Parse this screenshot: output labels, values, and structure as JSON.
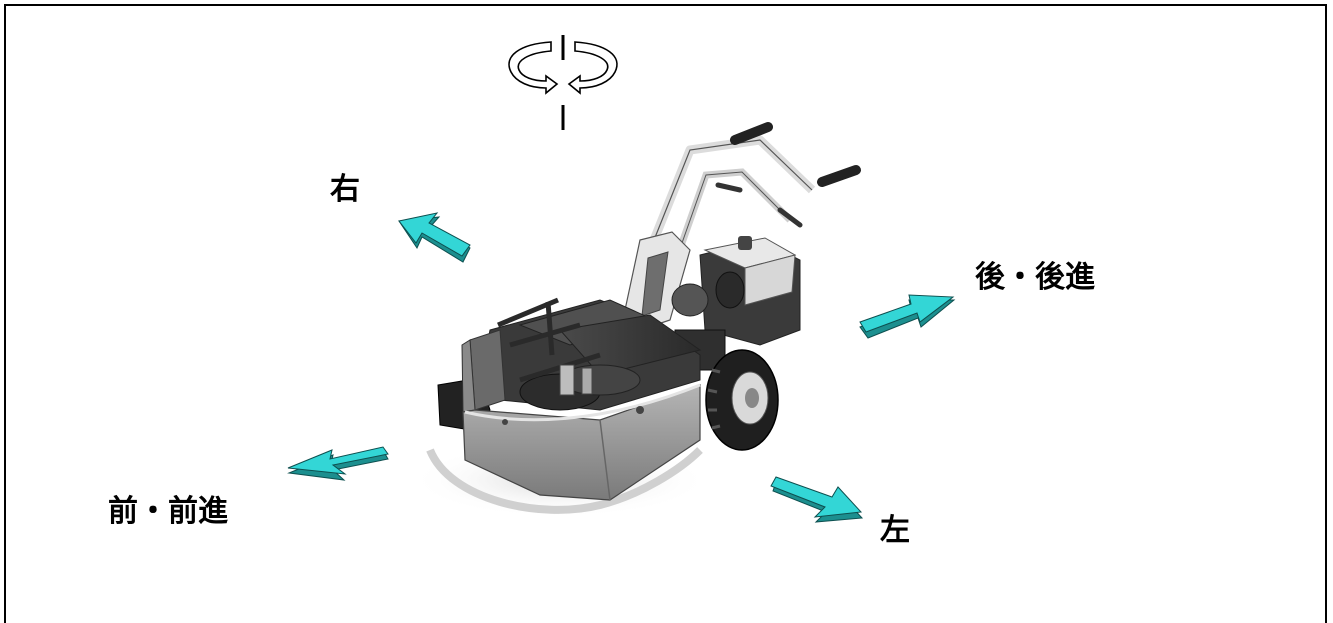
{
  "labels": {
    "right": "右",
    "rear_reverse": "後・後進",
    "front_forward": "前・前進",
    "left": "左"
  },
  "icons": {
    "rotation": "yaw-rotation-icon",
    "direction_arrow": "direction-arrow-icon",
    "mower": "walk-behind-mower-illustration"
  },
  "colors": {
    "arrow_fill": "#33d6d6",
    "arrow_side": "#1c8f8f",
    "arrow_stroke": "#0d4f4f",
    "frame": "#000000",
    "text": "#000000"
  }
}
